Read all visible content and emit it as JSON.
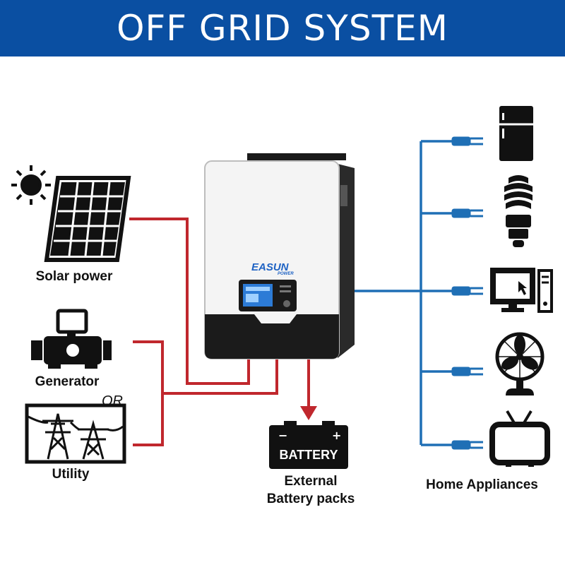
{
  "title": "OFF GRID SYSTEM",
  "brand": {
    "logo_text": "EASUN",
    "logo_sub": "POWER"
  },
  "sources": {
    "solar": {
      "label": "Solar power",
      "icon": "solar-panel-icon"
    },
    "generator": {
      "label": "Generator",
      "icon": "generator-icon"
    },
    "or_text": "OR",
    "utility": {
      "label": "Utility",
      "icon": "power-tower-icon"
    }
  },
  "battery": {
    "badge": "BATTERY",
    "label_line1": "External",
    "label_line2": "Battery packs"
  },
  "loads": {
    "label": "Home Appliances",
    "items": [
      "refrigerator-icon",
      "lightbulb-icon",
      "computer-icon",
      "fan-icon",
      "tv-icon"
    ]
  },
  "colors": {
    "banner": "#0a4fa2",
    "input_line": "#c0272d",
    "output_line": "#1f6fb5",
    "icon": "#111111"
  }
}
